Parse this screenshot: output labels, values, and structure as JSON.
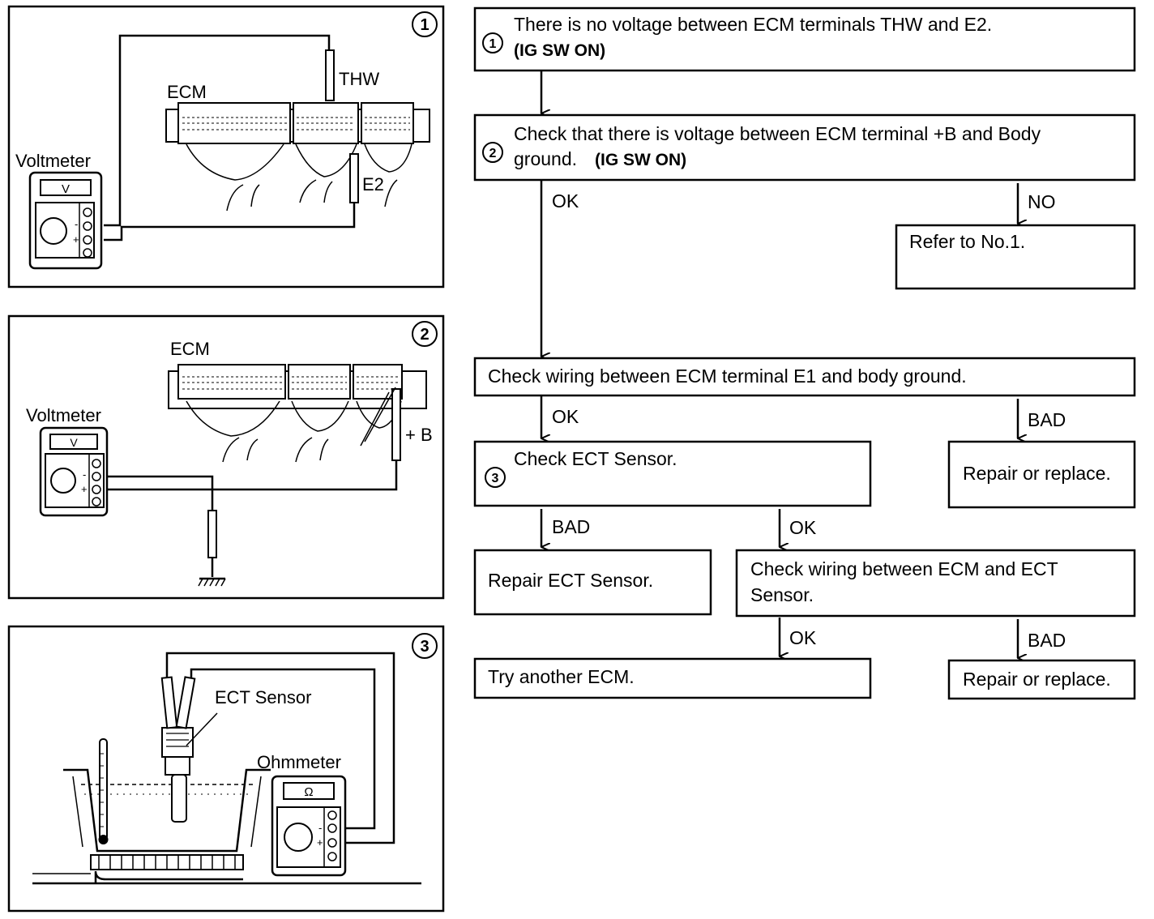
{
  "panels": [
    {
      "number": "1",
      "ecm_label": "ECM",
      "terminal_a": "THW",
      "terminal_b": "E2",
      "meter_label": "Voltmeter",
      "meter_face": "V"
    },
    {
      "number": "2",
      "ecm_label": "ECM",
      "terminal_a": "+ B",
      "meter_label": "Voltmeter",
      "meter_face": "V"
    },
    {
      "number": "3",
      "sensor_label": "ECT Sensor",
      "meter_label": "Ohmmeter",
      "meter_face": "Ω"
    }
  ],
  "meter_polarity": {
    "neg": "-",
    "pos": "+"
  },
  "flow": {
    "step1": {
      "num": "1",
      "line1": "There is no voltage between ECM terminals THW and E2.",
      "line2": "(IG SW ON)"
    },
    "step2": {
      "num": "2",
      "line1": "Check that there is voltage between ECM terminal +B and Body",
      "line2a": "ground.",
      "line2b": "(IG SW ON)"
    },
    "refer": "Refer to No.1.",
    "check_e1": "Check wiring between ECM terminal E1 and body ground.",
    "step3": {
      "num": "3",
      "text": "Check ECT Sensor."
    },
    "repair_replace_1": "Repair or replace.",
    "repair_ect": "Repair ECT Sensor.",
    "check_wiring": {
      "line1": "Check wiring between ECM and ECT",
      "line2": "Sensor."
    },
    "try_ecm": "Try another ECM.",
    "repair_replace_2": "Repair or replace.",
    "labels": {
      "ok1": "OK",
      "no": "NO",
      "ok2": "OK",
      "bad1": "BAD",
      "bad2": "BAD",
      "ok3": "OK",
      "ok4": "OK",
      "bad3": "BAD"
    }
  }
}
